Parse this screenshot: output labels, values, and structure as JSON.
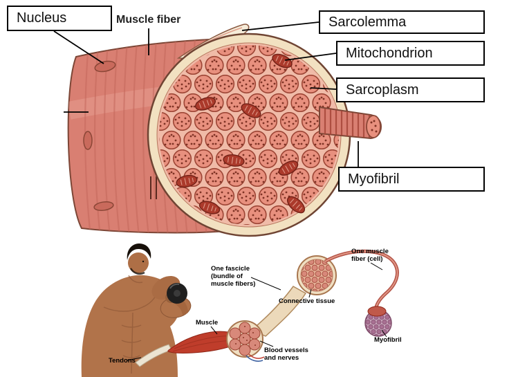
{
  "diagram": {
    "type": "muscle-fiber-anatomy",
    "background": "#ffffff"
  },
  "callouts": {
    "nucleus": "Nucleus",
    "muscle_fiber": "Muscle fiber",
    "sarcolemma": "Sarcolemma",
    "mitochondrion": "Mitochondrion",
    "sarcoplasm": "Sarcoplasm",
    "myofibril": "Myofibril"
  },
  "inset": {
    "one_fascicle": "One fascicle\n(bundle of\nmuscle fibers)",
    "connective_tissue": "Connective tissue",
    "one_muscle_fiber": "One muscle\nfiber (cell)",
    "muscle": "Muscle",
    "blood_vessels_nerves": "Blood vessels\nand nerves",
    "tendons": "Tendons",
    "myofibril": "Myofibril"
  },
  "colors": {
    "fiber_body": "#d97f72",
    "fiber_stripe": "#c4685c",
    "cut_ring": "#f2e1c1",
    "sarcoplasm": "#f0bba8",
    "myofibril_fill": "#e8907e",
    "myofibril_stroke": "#9c4434",
    "mitochondrion": "#ab3a2b",
    "muscle_red": "#bf3d2b",
    "tendon_white": "#ece4d2",
    "skin": "#b1734a",
    "label_border": "#000000"
  }
}
